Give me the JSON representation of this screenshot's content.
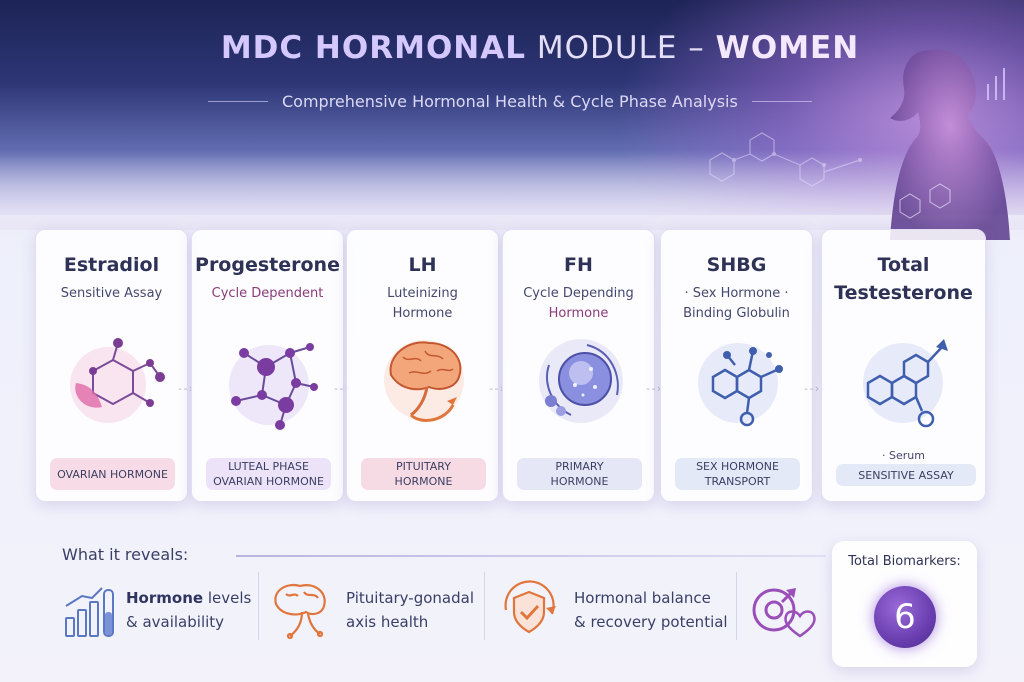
{
  "header": {
    "title_bold1": "MDC HORMONAL",
    "title_thin": "MODULE –",
    "title_bold2": "WOMEN",
    "subtitle": "Comprehensive Hormonal Health & Cycle Phase Analysis"
  },
  "cards": [
    {
      "name": "Estradiol",
      "sub": [
        "Sensitive Assay"
      ],
      "badge": [
        "OVARIAN HORMONE"
      ],
      "icon": "molecule-hexagon-icon",
      "badge_color": "#f7dce7"
    },
    {
      "name": "Progesterone",
      "sub": [
        "Cycle Dependent"
      ],
      "badge": [
        "LUTEAL PHASE",
        "OVARIAN HORMONE"
      ],
      "icon": "molecule-network-icon",
      "badge_color": "#ece3f8"
    },
    {
      "name": "LH",
      "sub": [
        "Luteinizing",
        "Hormone"
      ],
      "badge": [
        "PITUITARY",
        "HORMONE"
      ],
      "icon": "brain-icon",
      "badge_color": "#f6dbe5"
    },
    {
      "name": "FH",
      "sub": [
        "Cycle Depending",
        "Hormone"
      ],
      "badge": [
        "PRIMARY",
        "HORMONE"
      ],
      "icon": "follicle-cell-icon",
      "badge_color": "#e6e7f6"
    },
    {
      "name": "SHBG",
      "sub": [
        "· Sex Hormone ·",
        "Binding Globulin"
      ],
      "badge": [
        "SEX HORMONE",
        "TRANSPORT"
      ],
      "icon": "protein-molecule-icon",
      "badge_color": "#e4e9f7"
    },
    {
      "name": "Total",
      "name2": "Testesterone",
      "sub": [
        "· Serum"
      ],
      "badge": [
        "SENSITIVE ASSAY"
      ],
      "icon": "testosterone-molecule-icon",
      "badge_color": "#e4e9f7"
    }
  ],
  "reveals": {
    "heading": "What it reveals:",
    "items": [
      {
        "bold": "Hormone",
        "text1": "levels",
        "text2": "& availability",
        "icon": "bar-chart-vial-icon"
      },
      {
        "text1": "Pituitary-gonadal",
        "text2": "axis health",
        "icon": "pituitary-brain-icon"
      },
      {
        "text1": "Hormonal balance",
        "text2": "& recovery potential",
        "icon": "shield-check-icon"
      },
      {
        "icon": "venus-heart-icon"
      }
    ]
  },
  "total": {
    "label": "Total Biomarkers:",
    "value": "6"
  }
}
